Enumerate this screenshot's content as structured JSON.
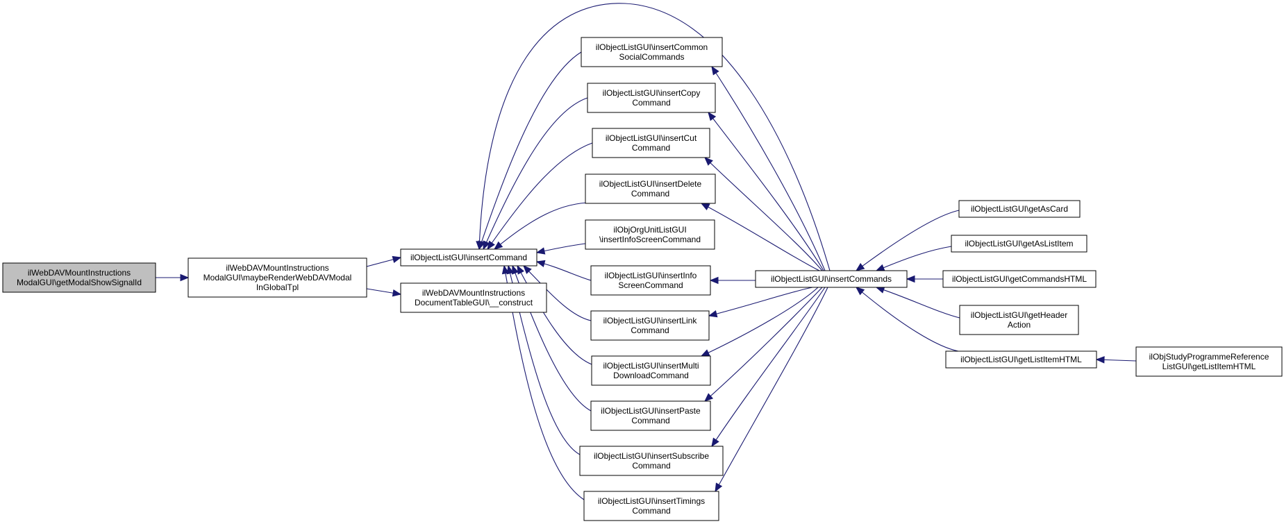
{
  "diagram": {
    "colors": {
      "edge": "#191970",
      "node_fill": "#ffffff",
      "root_fill": "#bfbfbf",
      "border": "#000000"
    },
    "nodes": [
      {
        "id": "root",
        "lines": [
          "ilWebDAVMountInstructions",
          "ModalGUI\\getModalShowSignalId"
        ]
      },
      {
        "id": "maybe",
        "lines": [
          "ilWebDAVMountInstructions",
          "ModalGUI\\maybeRenderWebDAVModal",
          "InGlobalTpl"
        ]
      },
      {
        "id": "insertCommand",
        "lines": [
          "ilObjectListGUI\\insertCommand"
        ]
      },
      {
        "id": "docTable",
        "lines": [
          "ilWebDAVMountInstructions",
          "DocumentTableGUI\\__construct"
        ]
      },
      {
        "id": "social",
        "lines": [
          "ilObjectListGUI\\insertCommon",
          "SocialCommands"
        ]
      },
      {
        "id": "copy",
        "lines": [
          "ilObjectListGUI\\insertCopy",
          "Command"
        ]
      },
      {
        "id": "cut",
        "lines": [
          "ilObjectListGUI\\insertCut",
          "Command"
        ]
      },
      {
        "id": "delete",
        "lines": [
          "ilObjectListGUI\\insertDelete",
          "Command"
        ]
      },
      {
        "id": "orgunit",
        "lines": [
          "ilObjOrgUnitListGUI",
          "\\insertInfoScreenCommand"
        ]
      },
      {
        "id": "info",
        "lines": [
          "ilObjectListGUI\\insertInfo",
          "ScreenCommand"
        ]
      },
      {
        "id": "link",
        "lines": [
          "ilObjectListGUI\\insertLink",
          "Command"
        ]
      },
      {
        "id": "multi",
        "lines": [
          "ilObjectListGUI\\insertMulti",
          "DownloadCommand"
        ]
      },
      {
        "id": "paste",
        "lines": [
          "ilObjectListGUI\\insertPaste",
          "Command"
        ]
      },
      {
        "id": "subscribe",
        "lines": [
          "ilObjectListGUI\\insertSubscribe",
          "Command"
        ]
      },
      {
        "id": "timings",
        "lines": [
          "ilObjectListGUI\\insertTimings",
          "Command"
        ]
      },
      {
        "id": "insertCommands",
        "lines": [
          "ilObjectListGUI\\insertCommands"
        ]
      },
      {
        "id": "asCard",
        "lines": [
          "ilObjectListGUI\\getAsCard"
        ]
      },
      {
        "id": "asListItem",
        "lines": [
          "ilObjectListGUI\\getAsListItem"
        ]
      },
      {
        "id": "commandsHTML",
        "lines": [
          "ilObjectListGUI\\getCommandsHTML"
        ]
      },
      {
        "id": "headerAction",
        "lines": [
          "ilObjectListGUI\\getHeader",
          "Action"
        ]
      },
      {
        "id": "listItemHTML",
        "lines": [
          "ilObjectListGUI\\getListItemHTML"
        ]
      },
      {
        "id": "studyProg",
        "lines": [
          "ilObjStudyProgrammeReference",
          "ListGUI\\getListItemHTML"
        ]
      }
    ],
    "edges": [
      {
        "from": "maybe",
        "to": "root"
      },
      {
        "from": "insertCommand",
        "to": "maybe"
      },
      {
        "from": "docTable",
        "to": "maybe"
      },
      {
        "from": "social",
        "to": "insertCommand"
      },
      {
        "from": "copy",
        "to": "insertCommand"
      },
      {
        "from": "cut",
        "to": "insertCommand"
      },
      {
        "from": "delete",
        "to": "insertCommand"
      },
      {
        "from": "orgunit",
        "to": "insertCommand"
      },
      {
        "from": "info",
        "to": "insertCommand"
      },
      {
        "from": "link",
        "to": "insertCommand"
      },
      {
        "from": "multi",
        "to": "insertCommand"
      },
      {
        "from": "paste",
        "to": "insertCommand"
      },
      {
        "from": "subscribe",
        "to": "insertCommand"
      },
      {
        "from": "timings",
        "to": "insertCommand"
      },
      {
        "from": "insertCommands",
        "to": "insertCommand"
      },
      {
        "from": "insertCommands",
        "to": "social"
      },
      {
        "from": "insertCommands",
        "to": "copy"
      },
      {
        "from": "insertCommands",
        "to": "cut"
      },
      {
        "from": "insertCommands",
        "to": "delete"
      },
      {
        "from": "insertCommands",
        "to": "info"
      },
      {
        "from": "insertCommands",
        "to": "link"
      },
      {
        "from": "insertCommands",
        "to": "multi"
      },
      {
        "from": "insertCommands",
        "to": "paste"
      },
      {
        "from": "insertCommands",
        "to": "subscribe"
      },
      {
        "from": "insertCommands",
        "to": "timings"
      },
      {
        "from": "asCard",
        "to": "insertCommands"
      },
      {
        "from": "asListItem",
        "to": "insertCommands"
      },
      {
        "from": "commandsHTML",
        "to": "insertCommands"
      },
      {
        "from": "headerAction",
        "to": "insertCommands"
      },
      {
        "from": "listItemHTML",
        "to": "insertCommands"
      },
      {
        "from": "studyProg",
        "to": "listItemHTML"
      }
    ]
  }
}
